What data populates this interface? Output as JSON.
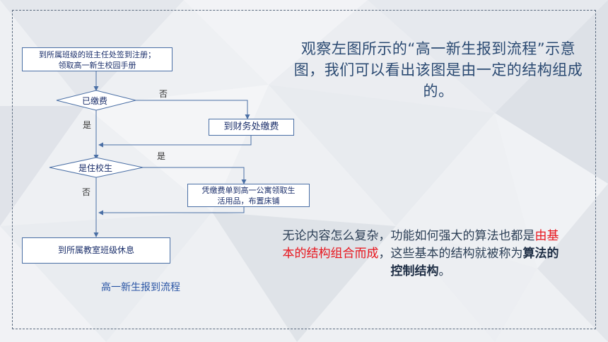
{
  "flowchart": {
    "step1": [
      "到所属班级的班主任处签到注册；",
      "领取高一新生校园手册"
    ],
    "decision1": "已缴费",
    "decision1_no": "否",
    "decision1_yes": "是",
    "pay_box": "到财务处缴费",
    "decision2": "是住校生",
    "decision2_yes": "是",
    "decision2_no": "否",
    "dorm_box": [
      "凭缴费单到高一公寓领取生",
      "活用品，布置床铺"
    ],
    "final_box": "到所属教室班级休息",
    "caption": "高一新生报到流程"
  },
  "text": {
    "para1": "观察左图所示的“高一新生报到流程”示意图，我们可以看出该图是由一定的结构组成的。",
    "para2_a": "无论内容怎么复杂，功能如何强大的算法也都是",
    "para2_red": "由基本的结构组合而成",
    "para2_b": "，这些基本的结构就被称为",
    "para2_bold": "算法的控制结构",
    "para2_c": "。"
  },
  "colors": {
    "flow_line": "#4a6fa5",
    "flow_text": "#1b2f6b",
    "caption": "#2a55a5",
    "highlight_red": "#e8141c"
  }
}
